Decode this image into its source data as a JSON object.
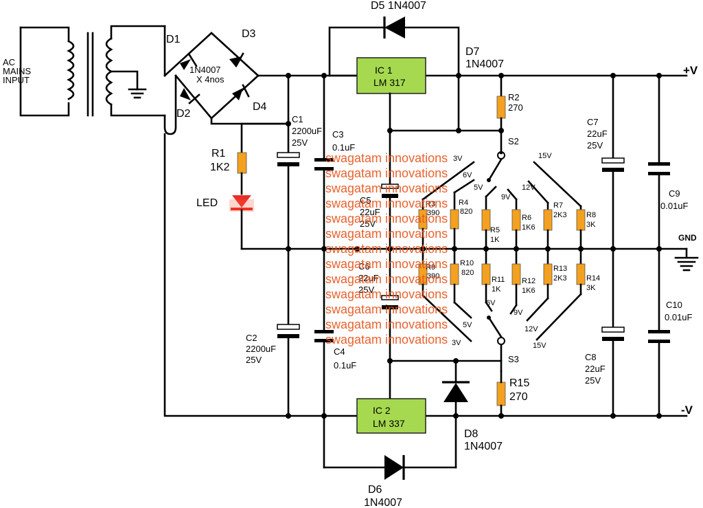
{
  "labels": {
    "ac_input": [
      "AC",
      "MAINS",
      "INPUT"
    ],
    "d5": "D5 1N4007",
    "d7": [
      "D7",
      "1N4007"
    ],
    "d1": "D1",
    "d2": "D2",
    "d3": "D3",
    "d4": "D4",
    "bridge": [
      "1N4007",
      "X 4nos"
    ],
    "ic1": [
      "IC 1",
      "LM 317"
    ],
    "ic2": [
      "IC 2",
      "LM 337"
    ],
    "plus_v": "+V",
    "minus_v": "-V",
    "gnd": "GND",
    "r1": [
      "R1",
      "1K2"
    ],
    "led": "LED",
    "c1": [
      "C1",
      "2200uF",
      "25V"
    ],
    "c2": [
      "C2",
      "2200uF",
      "25V"
    ],
    "c3": [
      "C3",
      "0.1uF"
    ],
    "c4": [
      "C4",
      "0.1uF"
    ],
    "c5": [
      "C5",
      "22uF",
      "25V"
    ],
    "c6": [
      "C6",
      "22uF",
      "25V"
    ],
    "c7": [
      "C7",
      "22uF",
      "25V"
    ],
    "c8": [
      "C8",
      "22uF",
      "25V"
    ],
    "c9": [
      "C9",
      "0.01uF"
    ],
    "c10": [
      "C10",
      "0.01uF"
    ],
    "r2": [
      "R2",
      "270"
    ],
    "r15": [
      "R15",
      "270"
    ],
    "s2": "S2",
    "s3": "S3",
    "r3": [
      "R3",
      "390"
    ],
    "r4": [
      "R4",
      "820"
    ],
    "r5": [
      "R5",
      "1K"
    ],
    "r6": [
      "R6",
      "1K6"
    ],
    "r7": [
      "R7",
      "2K3"
    ],
    "r8": [
      "R8",
      "3K"
    ],
    "r9": [
      "R9",
      "390"
    ],
    "r10": [
      "R10",
      "820"
    ],
    "r11": [
      "R11",
      "1K"
    ],
    "r12": [
      "R12",
      "1K6"
    ],
    "r13": [
      "R13",
      "2K3"
    ],
    "r14": [
      "R14",
      "3K"
    ],
    "d6": [
      "D6",
      "1N4007"
    ],
    "d8": [
      "D8",
      "1N4007"
    ],
    "taps_top": [
      "3V",
      "5V",
      "6V",
      "9V",
      "12V",
      "15V"
    ],
    "taps_bot": [
      "6V",
      "9V",
      "5V",
      "12V",
      "3V",
      "15V"
    ],
    "watermark": "swagatam innovations"
  },
  "colors": {
    "ic_fill": "#a6d94f",
    "resistor_fill": "#f4a11f",
    "led_fill": "#e8231a",
    "watermark": "#e8551d"
  }
}
